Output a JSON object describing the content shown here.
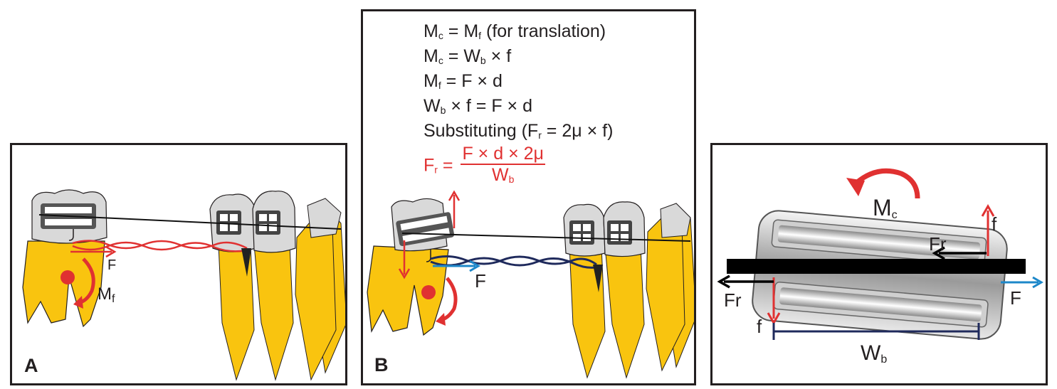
{
  "panel_a": {
    "label": "A",
    "force_label": "F",
    "moment_label": {
      "main": "M",
      "sub": "f"
    }
  },
  "panel_b": {
    "label": "B",
    "force_label": "F",
    "equations": [
      {
        "l1": "M",
        "s1": "c",
        "l2": " = M",
        "s2": "f",
        "l3": " (for translation)"
      },
      {
        "l1": "M",
        "s1": "c",
        "l2": " = W",
        "s2": "b",
        "l3": " × f"
      },
      {
        "l1": "M",
        "s1": "f",
        "l2": " = F × d",
        "s2": "",
        "l3": ""
      },
      {
        "l1": "W",
        "s1": "b",
        "l2": " × f = F × d",
        "s2": "",
        "l3": ""
      },
      {
        "l1": "Substituting (F",
        "s1": "r",
        "l2": " = 2μ × f)",
        "s2": "",
        "l3": ""
      }
    ],
    "final": {
      "lhs": "F",
      "lhs_sub": "r",
      "eq": " =",
      "numerator": "F × d × 2μ",
      "den_main": "W",
      "den_sub": "b"
    }
  },
  "panel_c": {
    "moment_label": {
      "main": "M",
      "sub": "c"
    },
    "f_top": "f",
    "f_bottom": "f",
    "fr_right": "Fr",
    "fr_left": "Fr",
    "force_label": "F",
    "width_label": {
      "main": "W",
      "sub": "b"
    }
  },
  "colors": {
    "tooth": "#f9c40f",
    "crown": "#d9d9d9",
    "red": "#e03131",
    "blue": "#1c87c9",
    "navy": "#1f2a5c",
    "ink": "#231f20"
  }
}
